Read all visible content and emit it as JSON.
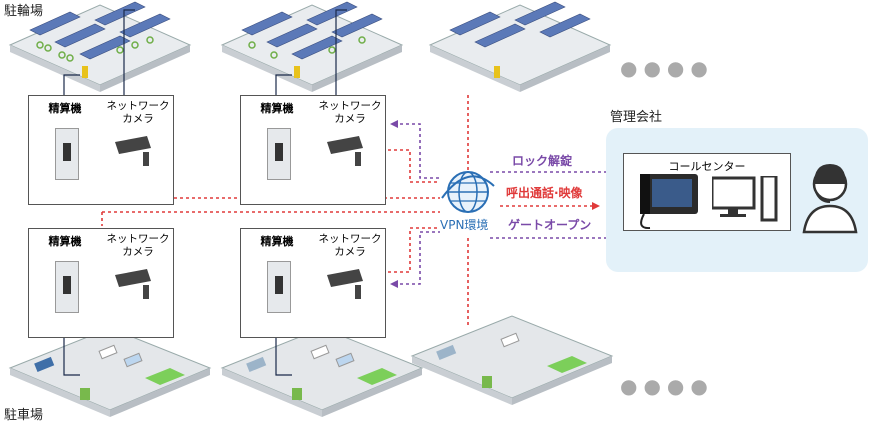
{
  "labels": {
    "bicycle_lot": "駐輪場",
    "car_lot": "駐車場",
    "management_company": "管理会社",
    "call_center": "コールセンター",
    "vpn": "VPN環境",
    "ellipsis": "●●●●"
  },
  "box_labels": {
    "payment_machine": "精算機",
    "network_camera": "ネットワーク\nカメラ"
  },
  "arrows": {
    "lock_release": "ロック解錠",
    "call_video": "呼出通話·映像",
    "gate_open": "ゲートオープン"
  },
  "colors": {
    "red_line": "#e03a3a",
    "purple_line": "#7a4aa8",
    "vpn_blue": "#2a6fb5",
    "mgmt_bg": "#e3f1f9"
  }
}
